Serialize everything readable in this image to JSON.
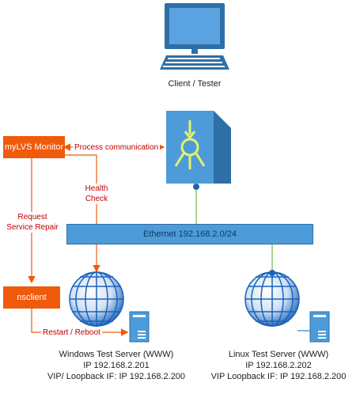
{
  "client": {
    "label": "Client / Tester"
  },
  "monitor": {
    "label": "myLVS Monitor"
  },
  "nsclient": {
    "label": "nsclient"
  },
  "network": {
    "label": "Ethernet 192.168.2.0/24"
  },
  "edges": {
    "process": "Process communication",
    "health_line1": "Health",
    "health_line2": "Check",
    "request_line1": "Request",
    "request_line2": "Service Repair",
    "restart": "Restart / Reboot"
  },
  "windows_server": {
    "name": "Windows Test Server (WWW)",
    "ip": "IP 192.168.2.201",
    "vip": "VIP/ Loopback IF: IP 192.168.2.200"
  },
  "linux_server": {
    "name": "Linux Test Server (WWW)",
    "ip": "IP 192.168.2.202",
    "vip": "VIP Loopback IF: IP 192.168.2.200"
  },
  "colors": {
    "orange": "#ef5a0b",
    "link_red": "#c00000",
    "device_blue": "#4d9bd8",
    "globe_blue": "#1b63b8",
    "wire_green": "#8cc56a"
  }
}
